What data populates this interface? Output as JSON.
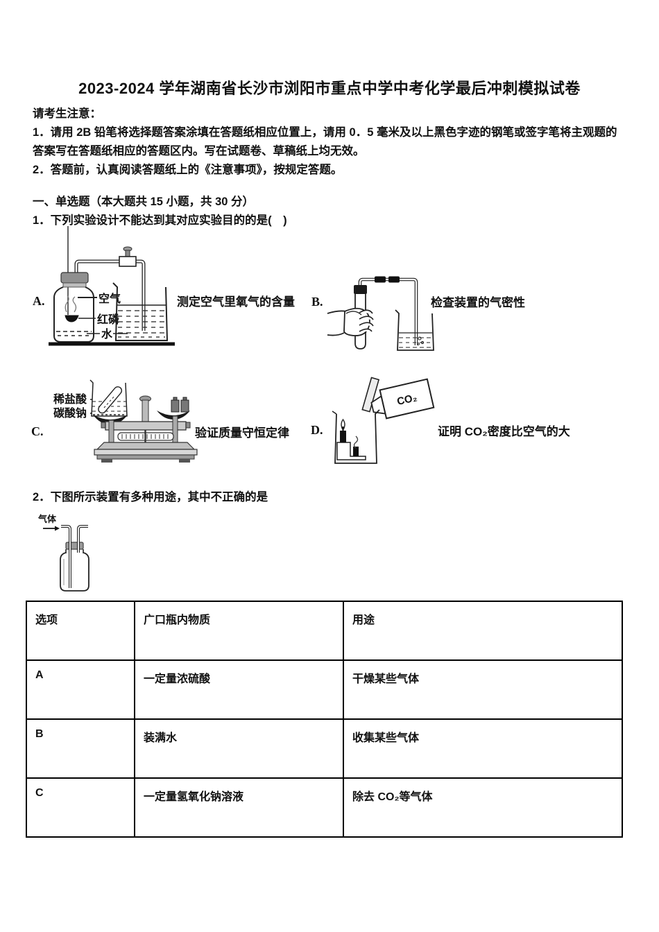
{
  "page": {
    "title": "2023-2024 学年湖南省长沙市浏阳市重点中学中考化学最后冲刺模拟试卷"
  },
  "notice": {
    "heading": "请考生注意：",
    "lines": [
      "1．请用 2B 铅笔将选择题答案涂填在答题纸相应位置上，请用 0．5 毫米及以上黑色字迹的钢笔或签字笔将主观题的",
      "答案写在答题纸相应的答题区内。写在试题卷、草稿纸上均无效。",
      "2．答题前，认真阅读答题纸上的《注意事项》，按规定答题。"
    ]
  },
  "section1": {
    "heading": "一、单选题（本大题共 15 小题，共 30 分）"
  },
  "q1": {
    "text": "1．下列实验设计不能达到其对应实验目的的是(　)",
    "options": [
      {
        "label": "A.",
        "caption": "测定空气里氧气的含量"
      },
      {
        "label": "B.",
        "caption": "检查装置的气密性"
      },
      {
        "label": "C.",
        "caption": "验证质量守恒定律"
      },
      {
        "label": "D.",
        "caption": "证明 CO₂密度比空气的大"
      }
    ],
    "diagram_labels": {
      "a_air": "空气",
      "a_red_phosphorus": "红磷",
      "a_water": "水",
      "c_dilute_hydrochloric_acid": "稀盐酸",
      "c_sodium_carbonate": "碳酸钠",
      "d_co2": "CO₂"
    }
  },
  "q2": {
    "text": "2．下图所示装置有多种用途，其中不正确的是",
    "diagram_labels": {
      "gas": "气体"
    },
    "table": {
      "headers": [
        "选项",
        "广口瓶内物质",
        "用途"
      ],
      "rows": [
        {
          "option": "A",
          "substance": "一定量浓硫酸",
          "use": "干燥某些气体"
        },
        {
          "option": "B",
          "substance": "装满水",
          "use": "收集某些气体"
        },
        {
          "option": "C",
          "substance": "一定量氢氧化钠溶液",
          "use": "除去 CO₂等气体"
        }
      ]
    }
  }
}
